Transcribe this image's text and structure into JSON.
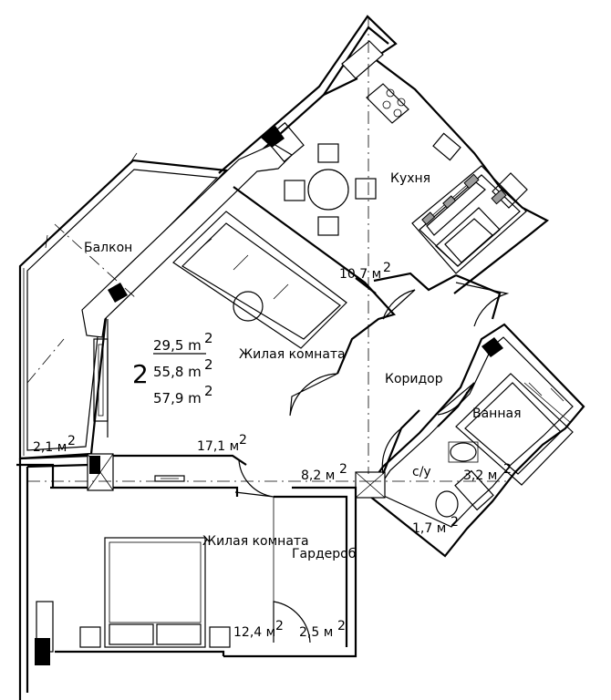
{
  "apartment": {
    "rooms_count": "2",
    "living_area": "29,5 m",
    "total_area": "55,8 m",
    "total_area_with_balcony": "57,9 m",
    "sup": "2"
  },
  "rooms": [
    {
      "id": "kitchen",
      "name": "Кухня",
      "area": "10,7 м"
    },
    {
      "id": "balcony",
      "name": "Балкон",
      "area": "2,1 м"
    },
    {
      "id": "living-room-1",
      "name": "Жилая комната",
      "area": "17,1 м"
    },
    {
      "id": "corridor",
      "name": "Коридор",
      "area": "8,2 м"
    },
    {
      "id": "bathroom",
      "name": "Ванная",
      "area": "3,2 м"
    },
    {
      "id": "toilet",
      "name": "с/у",
      "area": "1,7 м"
    },
    {
      "id": "living-room-2",
      "name": "Жилая комната",
      "area": "12,4 м"
    },
    {
      "id": "wardrobe",
      "name": "Гардероб",
      "area": "2,5 м"
    }
  ],
  "sup": "2"
}
